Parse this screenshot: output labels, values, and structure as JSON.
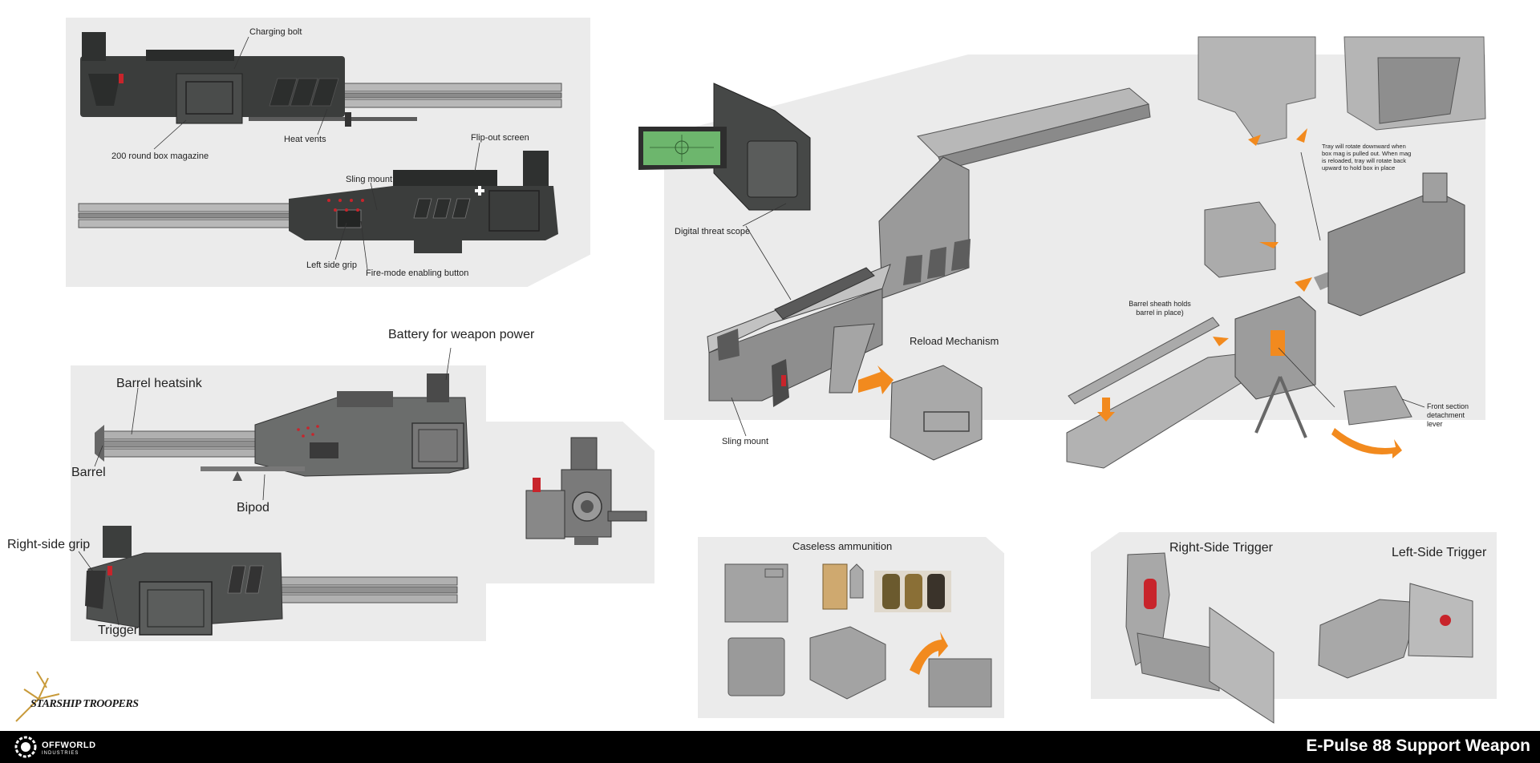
{
  "title": "E-Pulse 88 Support Weapon",
  "brand": {
    "game_logo": "STARSHIP TROOPERS",
    "studio_line1": "OFFWORLD",
    "studio_line2": "INDUSTRIES"
  },
  "side_views": {
    "charging_bolt": "Charging bolt",
    "box_magazine": "200 round box magazine",
    "heat_vents": "Heat vents",
    "flip_out_screen": "Flip-out screen",
    "sling_mount": "Sling mount",
    "left_side_grip": "Left side grip",
    "fire_mode_button": "Fire-mode enabling button"
  },
  "three_quarter_views": {
    "battery": "Battery for weapon power",
    "barrel_heatsink": "Barrel heatsink",
    "barrel": "Barrel",
    "bipod": "Bipod",
    "right_side_grip": "Right-side grip",
    "trigger": "Trigger"
  },
  "main_view": {
    "digital_scope": "Digital threat scope",
    "reload_mechanism": "Reload Mechanism",
    "sling_mount": "Sling mount"
  },
  "exploded_view": {
    "tray_note": "Tray will rotate downward when box mag is pulled out. When mag is reloaded, tray will rotate back upward to hold box in place",
    "barrel_sheath": "Barrel sheath holds barrel in place)",
    "front_lever": "Front section detachment lever"
  },
  "ammo": {
    "title": "Caseless ammunition"
  },
  "triggers": {
    "right": "Right-Side Trigger",
    "left": "Left-Side Trigger"
  },
  "colors": {
    "panel": "#ebebeb",
    "gun_dark": "#3b3d3c",
    "gun_light": "#a9a9a9",
    "accent_orange": "#f28a1e",
    "scope_green": "#6db66d",
    "footer": "#000000"
  }
}
